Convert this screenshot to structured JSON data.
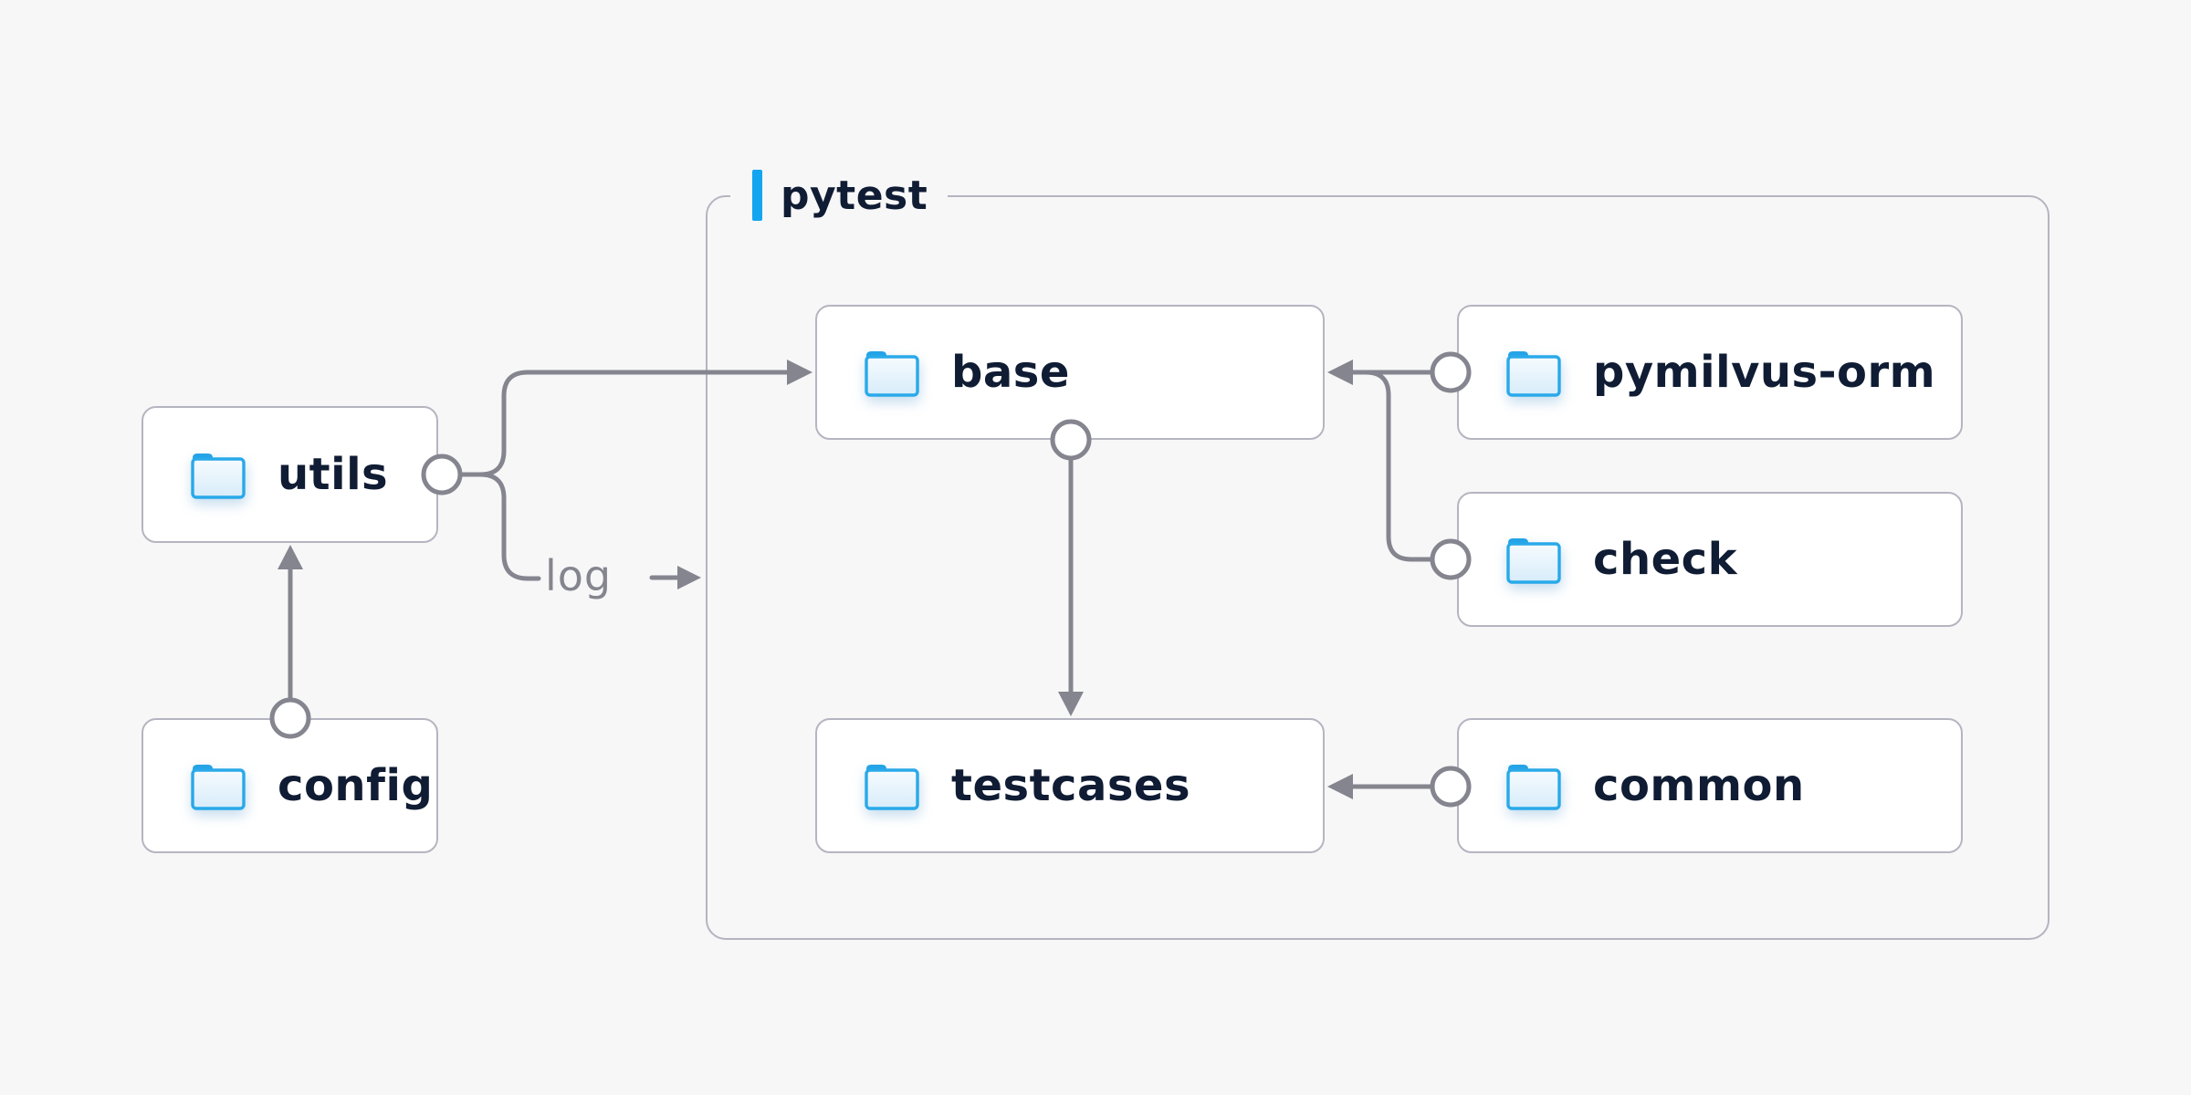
{
  "colors": {
    "background": "#f7f7f8",
    "node_background": "#ffffff",
    "node_border": "#b5b5c1",
    "connector_gray": "#85858f",
    "accent_blue": "#14a5f0",
    "folder_blue": "#29a9e9",
    "text_navy": "#0f1c33"
  },
  "container": {
    "label": "pytest"
  },
  "nodes": [
    {
      "id": "utils",
      "label": "utils",
      "icon": "folder-icon",
      "inside_pytest": false
    },
    {
      "id": "config",
      "label": "config",
      "icon": "folder-icon",
      "inside_pytest": false
    },
    {
      "id": "base",
      "label": "base",
      "icon": "folder-icon",
      "inside_pytest": true
    },
    {
      "id": "pymilvus-orm",
      "label": "pymilvus-orm",
      "icon": "folder-icon",
      "inside_pytest": true
    },
    {
      "id": "check",
      "label": "check",
      "icon": "folder-icon",
      "inside_pytest": true
    },
    {
      "id": "testcases",
      "label": "testcases",
      "icon": "folder-icon",
      "inside_pytest": true
    },
    {
      "id": "common",
      "label": "common",
      "icon": "folder-icon",
      "inside_pytest": true
    }
  ],
  "edges": [
    {
      "from": "utils",
      "to": "base",
      "label": ""
    },
    {
      "from": "utils",
      "to": "pytest",
      "label": "log"
    },
    {
      "from": "config",
      "to": "utils",
      "label": ""
    },
    {
      "from": "base",
      "to": "testcases",
      "label": ""
    },
    {
      "from": "pymilvus-orm",
      "to": "base",
      "label": ""
    },
    {
      "from": "check",
      "to": "base",
      "label": ""
    },
    {
      "from": "common",
      "to": "testcases",
      "label": ""
    }
  ]
}
